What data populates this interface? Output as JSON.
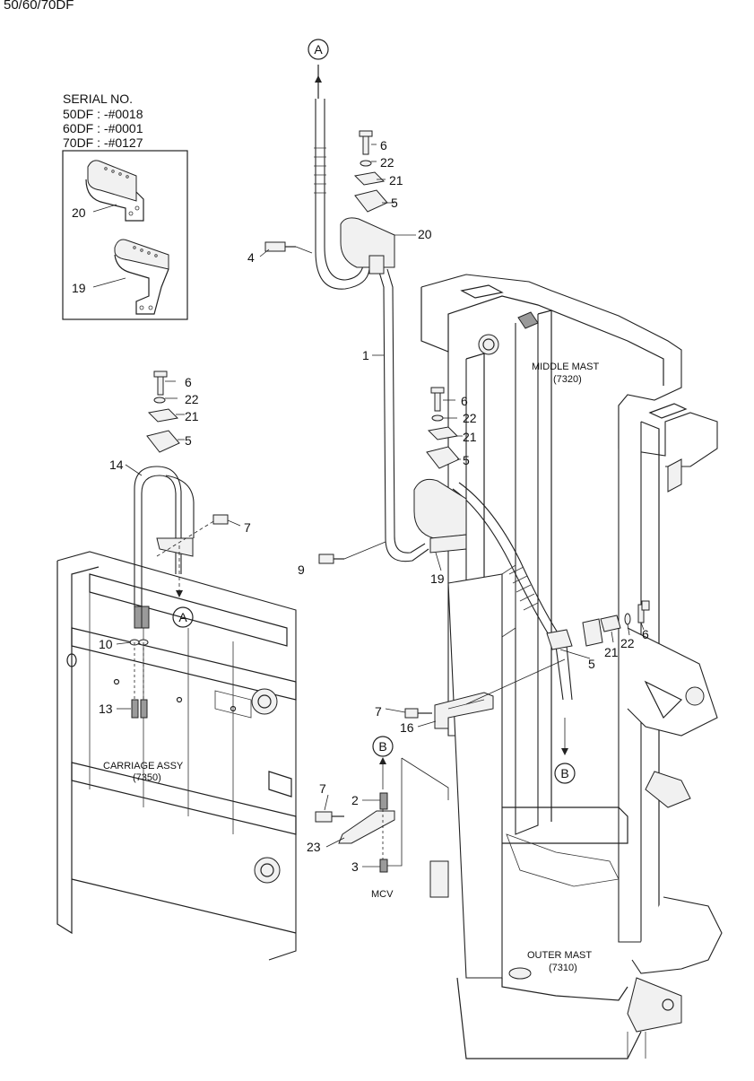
{
  "header": {
    "model_title": "50/60/70DF"
  },
  "serial_box": {
    "heading": "SERIAL NO.",
    "lines": [
      "50DF : -#0018",
      "60DF : -#0001",
      "70DF : -#0127"
    ],
    "part_labels": [
      "20",
      "19"
    ]
  },
  "assemblies": {
    "middle_mast": {
      "name": "MIDDLE MAST",
      "code": "(7320)"
    },
    "carriage": {
      "name": "CARRIAGE ASSY",
      "code": "(7350)"
    },
    "outer_mast": {
      "name": "OUTER MAST",
      "code": "(7310)"
    },
    "valve": {
      "name": "MCV"
    }
  },
  "connectors": [
    "A",
    "A",
    "B",
    "B"
  ],
  "callouts": {
    "top_clamp": [
      "6",
      "22",
      "21",
      "5",
      "20",
      "4"
    ],
    "hose": [
      "1"
    ],
    "left_clamp": [
      "6",
      "22",
      "21",
      "5",
      "14",
      "7"
    ],
    "left_fittings": [
      "10",
      "13"
    ],
    "mid_clamp": [
      "6",
      "22",
      "21",
      "5",
      "9",
      "19"
    ],
    "right_clamp": [
      "6",
      "22",
      "21",
      "5"
    ],
    "bracket": [
      "7",
      "16"
    ],
    "valve_fittings": [
      "7",
      "2",
      "23",
      "3"
    ]
  }
}
